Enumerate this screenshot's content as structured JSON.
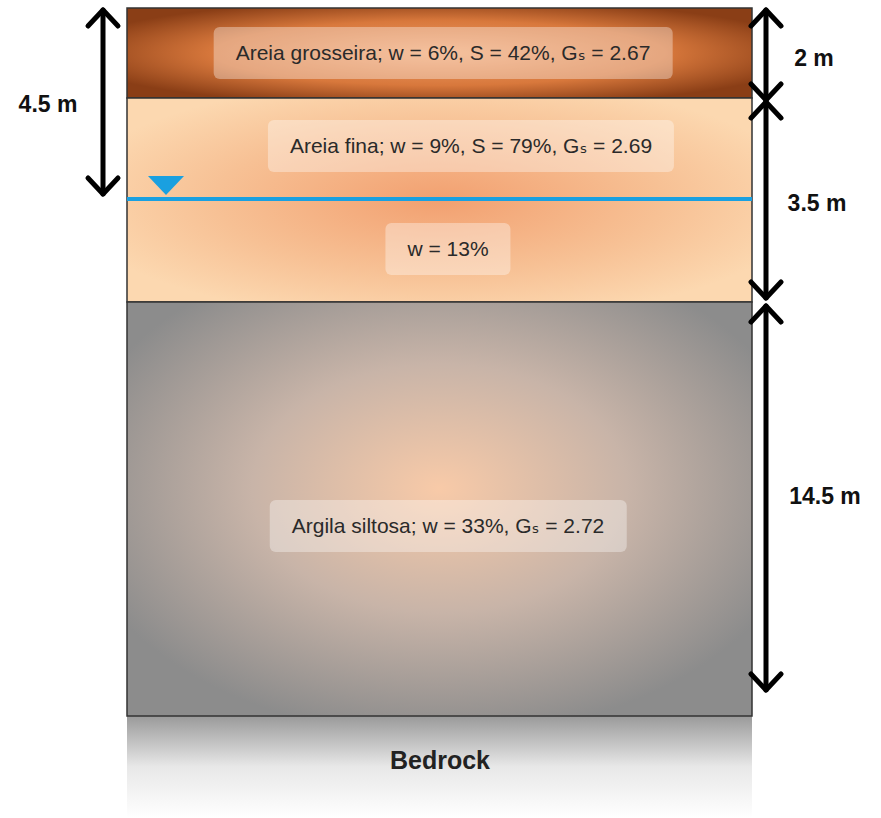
{
  "diagram": {
    "nodes": [
      {
        "text": [
          "Areia grosseira; w = 6%, S = 42%, Gₛ = 2.67"
        ]
      },
      {
        "text": [
          "Areia fina; w = 9%, S = 79%, Gₛ = 2.69",
          "w = 13%"
        ]
      },
      {
        "text": [
          "Argila siltosa; w = 33%, Gₛ = 2.72"
        ]
      },
      {
        "text": [
          "Bedrock"
        ]
      }
    ],
    "labels": [
      "4.5 m",
      "2 m",
      "3.5 m",
      "14.5 m"
    ]
  }
}
